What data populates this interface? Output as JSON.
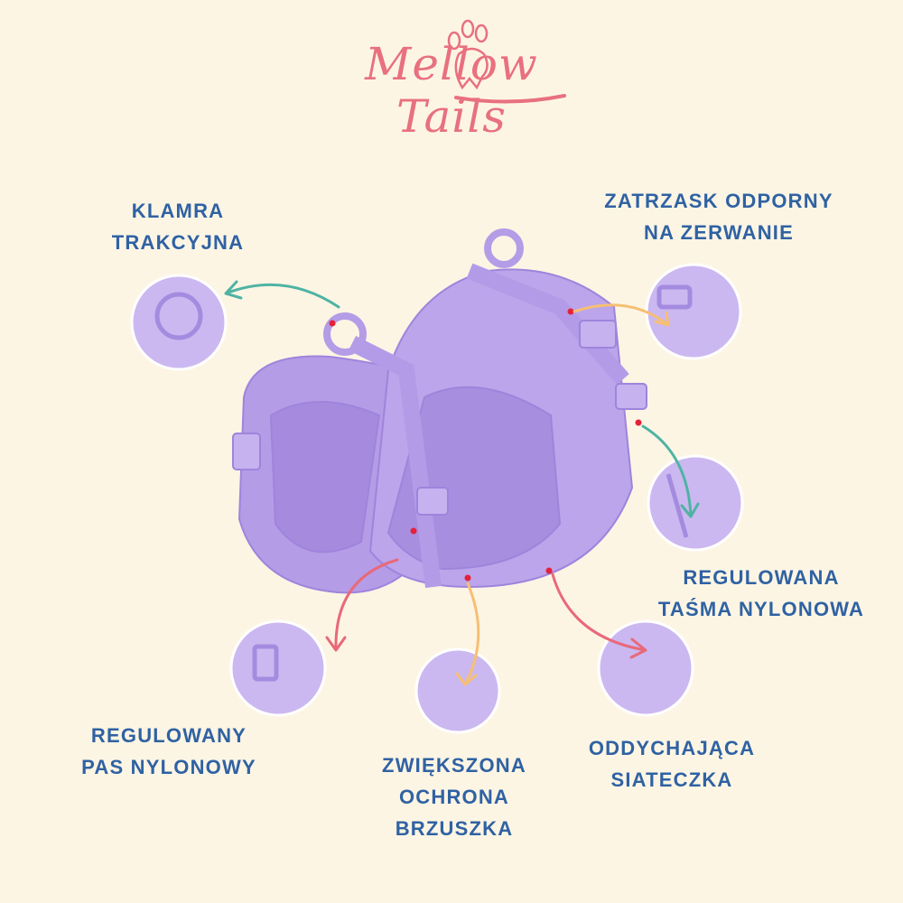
{
  "brand": {
    "name": "Mellow Tails",
    "color": "#e8707f"
  },
  "colors": {
    "background": "#fdf5e4",
    "label": "#2f62a3",
    "harness": "#b59ce6",
    "teal": "#4fb3a4",
    "orange": "#f6bf73",
    "red": "#e8697a"
  },
  "features": [
    {
      "lines": [
        "KLAMRA",
        "TRAKCYJNA"
      ]
    },
    {
      "lines": [
        "ZATRZASK ODPORNY",
        "NA ZERWANIE"
      ]
    },
    {
      "lines": [
        "REGULOWANA",
        "TAŚMA NYLONOWA"
      ]
    },
    {
      "lines": [
        "REGULOWANY",
        "PAS NYLONOWY"
      ]
    },
    {
      "lines": [
        "ZWIĘKSZONA",
        "OCHRONA",
        "BRZUSZKA"
      ]
    },
    {
      "lines": [
        "ODDYCHAJĄCA",
        "SIATECZKA"
      ]
    }
  ]
}
